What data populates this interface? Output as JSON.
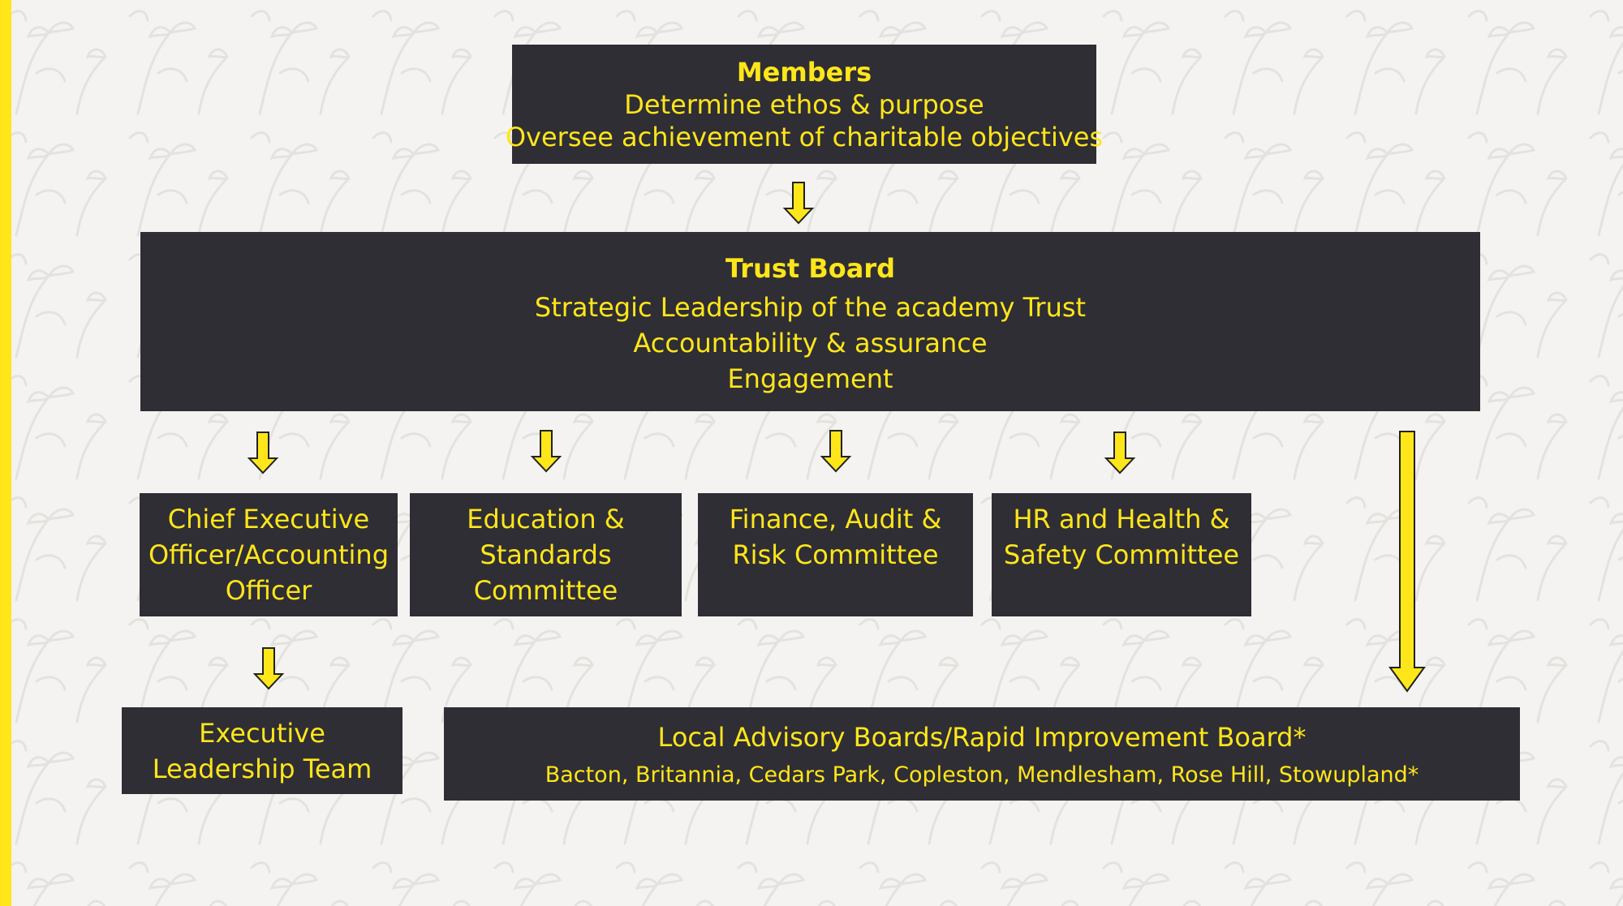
{
  "colors": {
    "background": "#f4f3f1",
    "box_fill": "#2f2e35",
    "text_accent": "#ffe61a",
    "arrow_fill": "#ffe61a",
    "arrow_stroke": "#222222"
  },
  "members": {
    "title": "Members",
    "lines": [
      "Determine ethos & purpose",
      "Oversee achievement of charitable objectives"
    ]
  },
  "trust_board": {
    "title": "Trust Board",
    "lines": [
      "Strategic Leadership of the academy Trust",
      "Accountability & assurance",
      "Engagement"
    ]
  },
  "committees": [
    {
      "lines": [
        "Chief Executive",
        "Officer/Accounting",
        "Officer"
      ]
    },
    {
      "lines": [
        "Education &",
        "Standards",
        "Committee"
      ]
    },
    {
      "lines": [
        "Finance, Audit &",
        "Risk Committee"
      ]
    },
    {
      "lines": [
        "HR and Health &",
        "Safety Committee"
      ]
    }
  ],
  "executive_leadership": {
    "lines": [
      "Executive",
      "Leadership Team"
    ]
  },
  "local_boards": {
    "title": "Local Advisory Boards/Rapid Improvement Board*",
    "schools": "Bacton, Britannia, Cedars Park, Copleston, Mendlesham, Rose Hill, Stowupland*"
  }
}
